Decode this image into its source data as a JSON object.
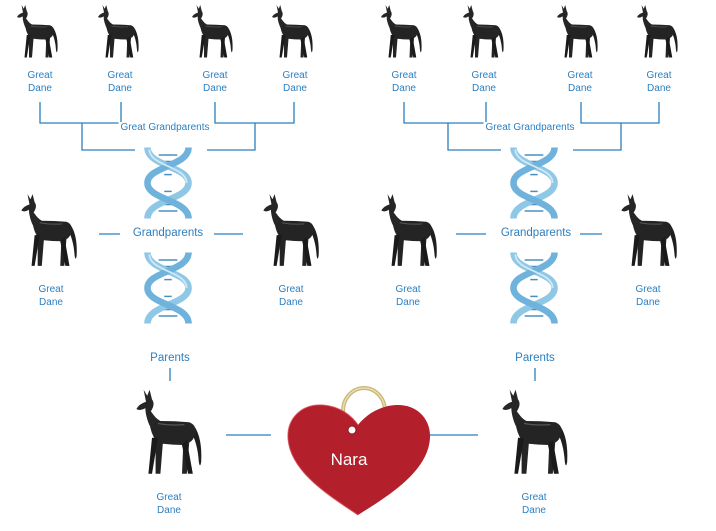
{
  "breed_label": {
    "line1": "Great",
    "line2": "Dane"
  },
  "levels": {
    "great_grandparents": "Great Grandparents",
    "grandparents": "Grandparents",
    "parents": "Parents"
  },
  "tag": {
    "name": "Nara"
  },
  "colors": {
    "accent": "#2b7fc0",
    "helix": "#8fc7e6",
    "tag": "#b31f2a",
    "dog": "#222222"
  },
  "icons": [
    "dog-icon",
    "dna-helix-icon",
    "heart-tag-icon"
  ]
}
